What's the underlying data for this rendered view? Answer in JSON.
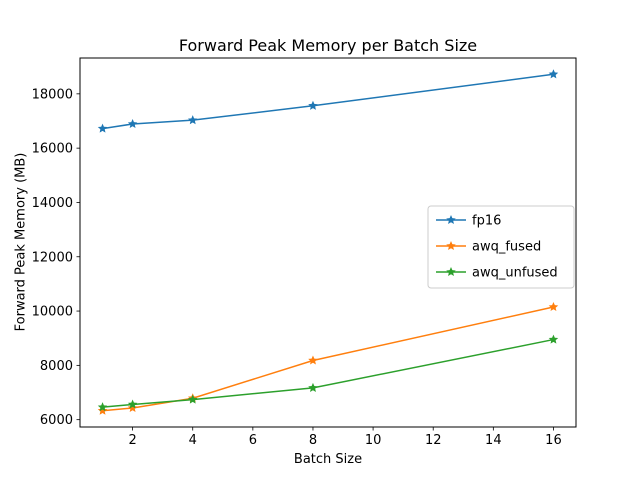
{
  "chart_data": {
    "type": "line",
    "title": "Forward Peak Memory per Batch Size",
    "xlabel": "Batch Size",
    "ylabel": "Forward Peak Memory (MB)",
    "x": [
      1,
      2,
      4,
      8,
      16
    ],
    "series": [
      {
        "name": "fp16",
        "color": "#1f77b4",
        "values": [
          16720,
          16890,
          17030,
          17560,
          18720
        ]
      },
      {
        "name": "awq_fused",
        "color": "#ff7f0e",
        "values": [
          6330,
          6430,
          6790,
          8180,
          10150
        ]
      },
      {
        "name": "awq_unfused",
        "color": "#2ca02c",
        "values": [
          6460,
          6560,
          6740,
          7170,
          8950
        ]
      }
    ],
    "marker": "star",
    "xlim": [
      0.25,
      16.75
    ],
    "ylim": [
      5730,
      19320
    ],
    "xticks": [
      2,
      4,
      6,
      8,
      10,
      12,
      14,
      16
    ],
    "yticks": [
      6000,
      8000,
      10000,
      12000,
      14000,
      16000,
      18000
    ],
    "grid": false,
    "legend_position": "center right",
    "axis_color": "#000000",
    "legend_frame_color": "#cccccc"
  }
}
